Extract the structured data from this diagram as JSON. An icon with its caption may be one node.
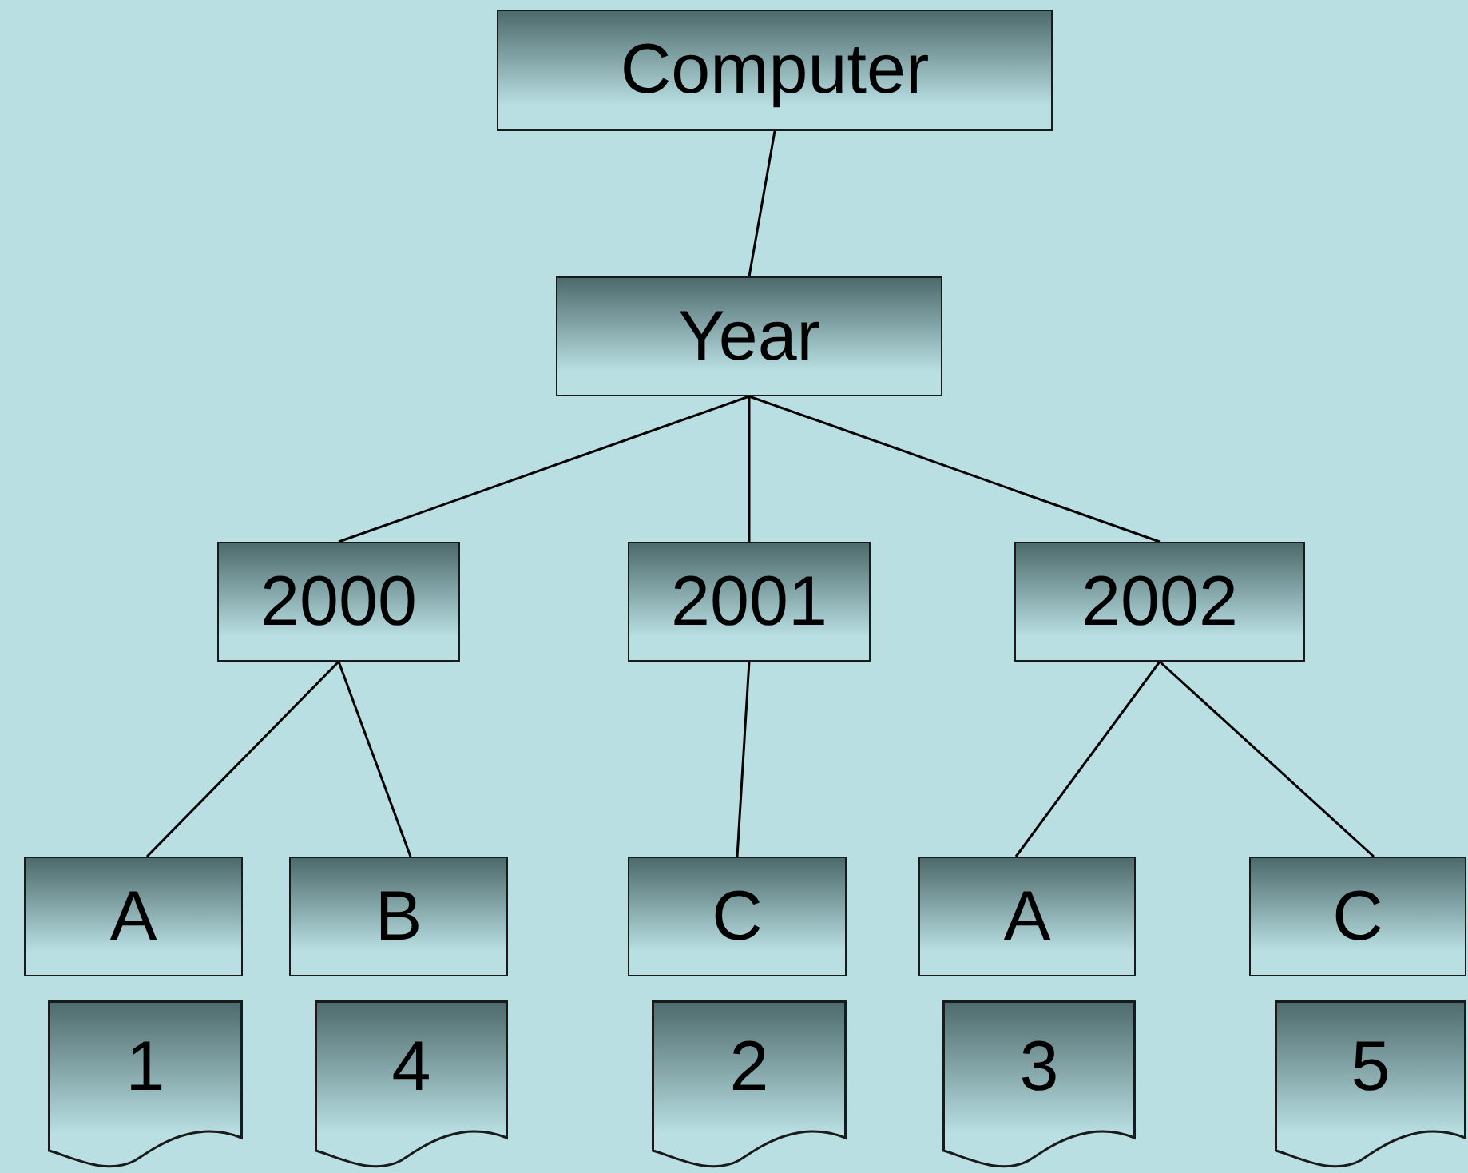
{
  "diagram": {
    "nodes": [
      {
        "text": [
          "Computer"
        ]
      },
      {
        "text": [
          "Year"
        ]
      },
      {
        "text": [
          "2000"
        ]
      },
      {
        "text": [
          "2001"
        ]
      },
      {
        "text": [
          "2002"
        ]
      },
      {
        "text": [
          "A"
        ]
      },
      {
        "text": [
          "B"
        ]
      },
      {
        "text": [
          "C"
        ]
      },
      {
        "text": [
          "A"
        ]
      },
      {
        "text": [
          "C"
        ]
      },
      {
        "text": [
          "1"
        ]
      },
      {
        "text": [
          "4"
        ]
      },
      {
        "text": [
          "2"
        ]
      },
      {
        "text": [
          "3"
        ]
      },
      {
        "text": [
          "5"
        ]
      }
    ],
    "edges": [
      {
        "from": 0,
        "to": 1,
        "arrow": "none"
      },
      {
        "from": 1,
        "to": 2,
        "arrow": "none"
      },
      {
        "from": 1,
        "to": 3,
        "arrow": "none"
      },
      {
        "from": 1,
        "to": 4,
        "arrow": "none"
      },
      {
        "from": 2,
        "to": 5,
        "arrow": "none"
      },
      {
        "from": 2,
        "to": 6,
        "arrow": "none"
      },
      {
        "from": 3,
        "to": 7,
        "arrow": "none"
      },
      {
        "from": 4,
        "to": 8,
        "arrow": "none"
      },
      {
        "from": 4,
        "to": 9,
        "arrow": "none"
      }
    ]
  }
}
